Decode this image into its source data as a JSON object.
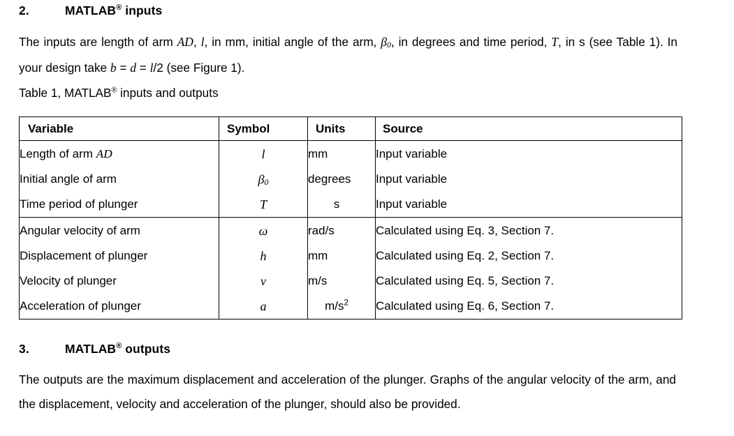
{
  "section_inputs": {
    "number": "2.",
    "title_main": "MATLAB",
    "title_sup": "®",
    "title_rest": " inputs",
    "paragraph_parts": {
      "p1": "The inputs are length of arm ",
      "sym_AD": "AD",
      "p2": ", ",
      "sym_l": "l",
      "p3": ", in mm, initial angle of the arm, ",
      "sym_beta": "β",
      "sym_beta_sub": "0",
      "p4": ", in degrees and time period, ",
      "sym_T": "T",
      "p5": ", in s (see Table 1). In your design take ",
      "sym_b": "b",
      "p6": " = ",
      "sym_d": "d",
      "p7": " = ",
      "sym_l2": "l",
      "p8": "/2 (see Figure 1)."
    }
  },
  "table_caption": {
    "pre": "Table 1, MATLAB",
    "sup": "®",
    "post": " inputs and outputs"
  },
  "table": {
    "headers": {
      "variable": "Variable",
      "symbol": "Symbol",
      "units": "Units",
      "source": "Source"
    },
    "input_rows": [
      {
        "variable_pre": "Length of arm ",
        "variable_italic": "AD",
        "symbol": "l",
        "symbol_sub": "",
        "units": "mm",
        "units_sup": "",
        "source": "Input variable"
      },
      {
        "variable_pre": "Initial angle of arm",
        "variable_italic": "",
        "symbol": "β",
        "symbol_sub": "0",
        "units": "degrees",
        "units_sup": "",
        "source": "Input variable"
      },
      {
        "variable_pre": "Time period of plunger",
        "variable_italic": "",
        "symbol": "T",
        "symbol_sub": "",
        "units": "s",
        "units_sup": "",
        "source": "Input variable"
      }
    ],
    "output_rows": [
      {
        "variable_pre": "Angular velocity of arm",
        "variable_italic": "",
        "symbol": "ω",
        "symbol_sub": "",
        "units": "rad/s",
        "units_sup": "",
        "source": "Calculated using Eq. 3, Section 7."
      },
      {
        "variable_pre": "Displacement of plunger",
        "variable_italic": "",
        "symbol": "h",
        "symbol_sub": "",
        "units": "mm",
        "units_sup": "",
        "source": "Calculated using Eq. 2, Section 7."
      },
      {
        "variable_pre": "Velocity of plunger",
        "variable_italic": "",
        "symbol": "v",
        "symbol_sub": "",
        "units": "m/s",
        "units_sup": "",
        "source": "Calculated using Eq. 5, Section 7."
      },
      {
        "variable_pre": "Acceleration of plunger",
        "variable_italic": "",
        "symbol": "a",
        "symbol_sub": "",
        "units": "m/s",
        "units_sup": "2",
        "source": "Calculated using Eq. 6, Section 7."
      }
    ]
  },
  "section_outputs": {
    "number": "3.",
    "title_main": "MATLAB",
    "title_sup": "®",
    "title_rest": " outputs",
    "paragraph": "The outputs are the maximum displacement and acceleration of the plunger. Graphs of the angular velocity of the arm, and the displacement, velocity and acceleration of the plunger, should also be provided."
  }
}
